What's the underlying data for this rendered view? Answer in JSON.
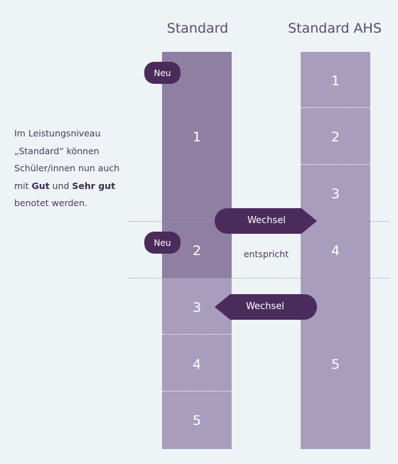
{
  "columns": {
    "left_title": "Standard",
    "right_title": "Standard AHS"
  },
  "left_grades": [
    "1",
    "2",
    "3",
    "4",
    "5"
  ],
  "right_grades": [
    "1",
    "2",
    "3",
    "4",
    "5"
  ],
  "badges": {
    "new_1": "Neu",
    "new_2": "Neu"
  },
  "description": {
    "line1": "Im Leistungsniveau",
    "line2": "„Standard“ können",
    "line3": "Schüler/innen nun auch",
    "line4_pre": "mit ",
    "line4_b1": "Gut",
    "line4_mid": " und ",
    "line4_b2": "Sehr gut",
    "line5": "benotet werden."
  },
  "middle": {
    "equivalent": "entspricht"
  },
  "arrows": {
    "switch_right": "Wechsel",
    "switch_left": "Wechsel"
  },
  "colors": {
    "background": "#eef3f6",
    "column_light": "#a99dbd",
    "column_dark": "#8f7fa3",
    "badge": "#4b2b5c",
    "text": "#4a3b5e"
  }
}
